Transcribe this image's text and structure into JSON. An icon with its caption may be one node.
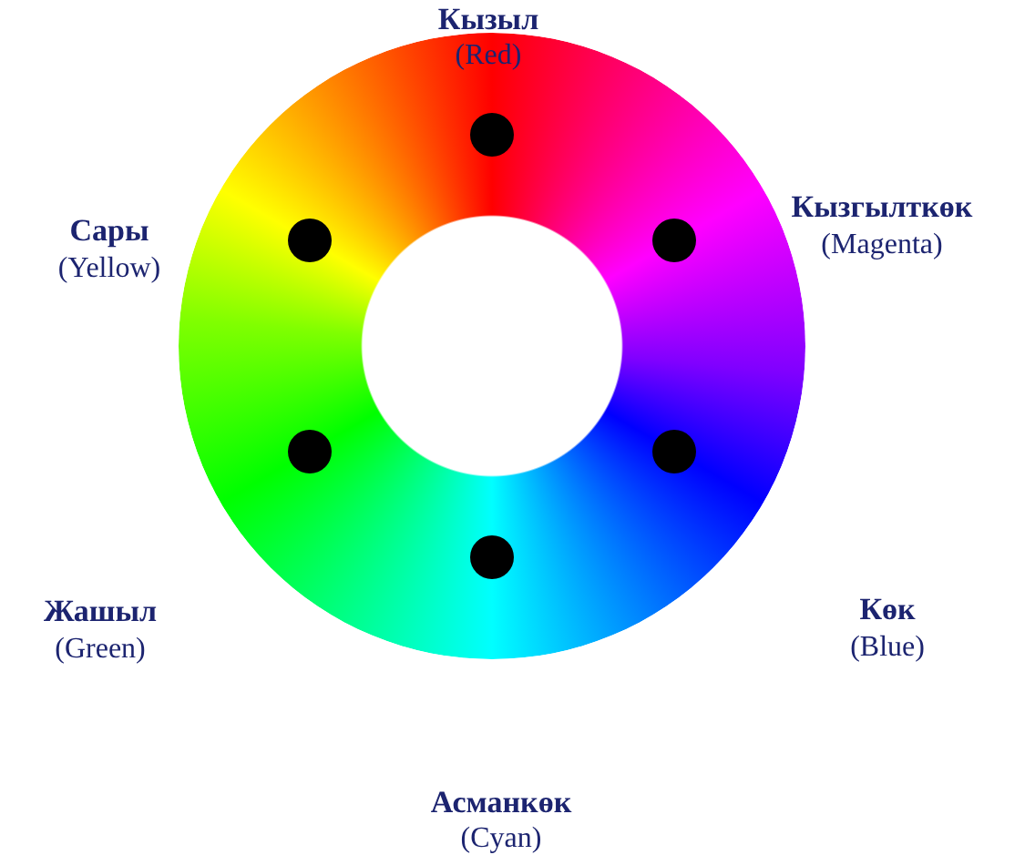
{
  "diagram": {
    "labels": [
      "Кызыл",
      "(Red)",
      "Кызгылткөк",
      "(Magenta)",
      "Сары",
      "(Yellow)",
      "Көк",
      "(Blue)",
      "Жашыл",
      "(Green)",
      "Асманкөк",
      "(Cyan)"
    ]
  }
}
